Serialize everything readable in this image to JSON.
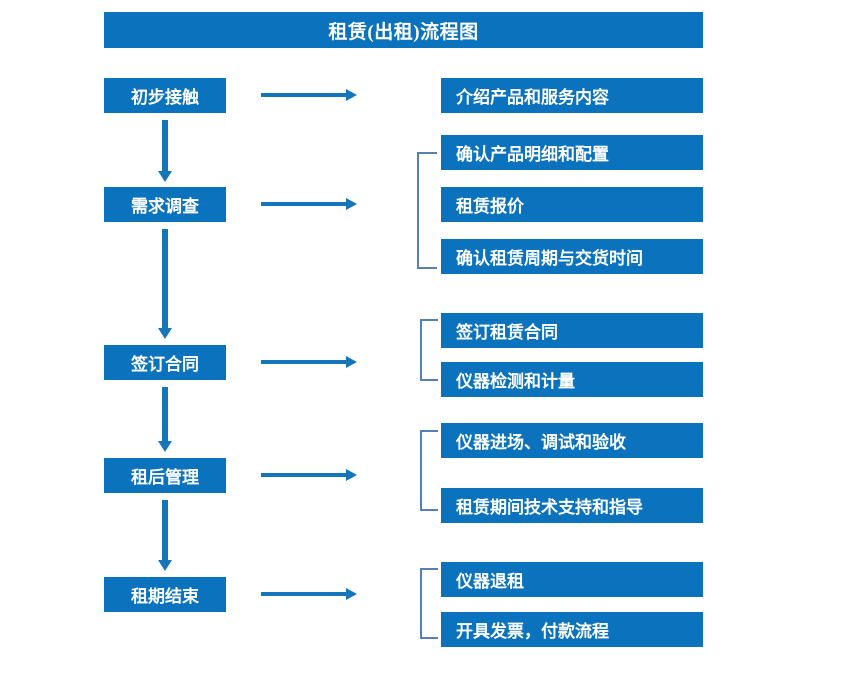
{
  "title": "租赁(出租)流程图",
  "theme": {
    "box_blue": "#0b72bd",
    "arrow_blue": "#1475bb",
    "bracket_blue": "#5580b4",
    "text_white": "#ffffff",
    "background": "#ffffff"
  },
  "stages": [
    {
      "label": "初步接触"
    },
    {
      "label": "需求调查"
    },
    {
      "label": "签订合同"
    },
    {
      "label": "租后管理"
    },
    {
      "label": "租期结束"
    }
  ],
  "details": [
    {
      "label": "介绍产品和服务内容"
    },
    {
      "label": "确认产品明细和配置"
    },
    {
      "label": "租赁报价"
    },
    {
      "label": "确认租赁周期与交货时间"
    },
    {
      "label": "签订租赁合同"
    },
    {
      "label": "仪器检测和计量"
    },
    {
      "label": "仪器进场、调试和验收"
    },
    {
      "label": "租赁期间技术支持和指导"
    },
    {
      "label": "仪器退租"
    },
    {
      "label": "开具发票，付款流程"
    }
  ]
}
